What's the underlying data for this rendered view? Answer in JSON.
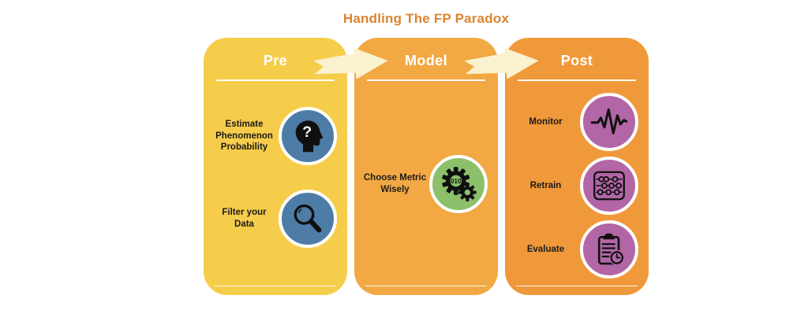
{
  "title": "Handling The FP Paradox",
  "columns": [
    {
      "id": "pre",
      "label": "Pre",
      "color": "#F6CD4B",
      "items": [
        {
          "label": "Estimate\nPhenomenon\nProbability",
          "icon": "head-question-icon",
          "icon_bg": "#4D7DA7"
        },
        {
          "label": "Filter your\nData",
          "icon": "magnifier-icon",
          "icon_bg": "#4D7DA7"
        }
      ]
    },
    {
      "id": "model",
      "label": "Model",
      "color": "#F2A843",
      "items": [
        {
          "label": "Choose Metric\nWisely",
          "icon": "gears-binary-icon",
          "icon_bg": "#8CC06B"
        }
      ]
    },
    {
      "id": "post",
      "label": "Post",
      "color": "#F0993A",
      "items": [
        {
          "label": "Monitor",
          "icon": "pulse-icon",
          "icon_bg": "#B266A6"
        },
        {
          "label": "Retrain",
          "icon": "abacus-icon",
          "icon_bg": "#B266A6"
        },
        {
          "label": "Evaluate",
          "icon": "clipboard-clock-icon",
          "icon_bg": "#B266A6"
        }
      ]
    }
  ],
  "gear_binary_text": "010",
  "colors": {
    "title": "#DC8430",
    "arrow": "#FAF1CE",
    "pre_column": "#F6CD4B",
    "model_column": "#F2A843",
    "post_column": "#F0993A",
    "icon_blue": "#4D7DA7",
    "icon_green": "#8CC06B",
    "icon_purple": "#B266A6",
    "header_text": "#FFFFFF",
    "label_text": "#1B1B1B"
  }
}
